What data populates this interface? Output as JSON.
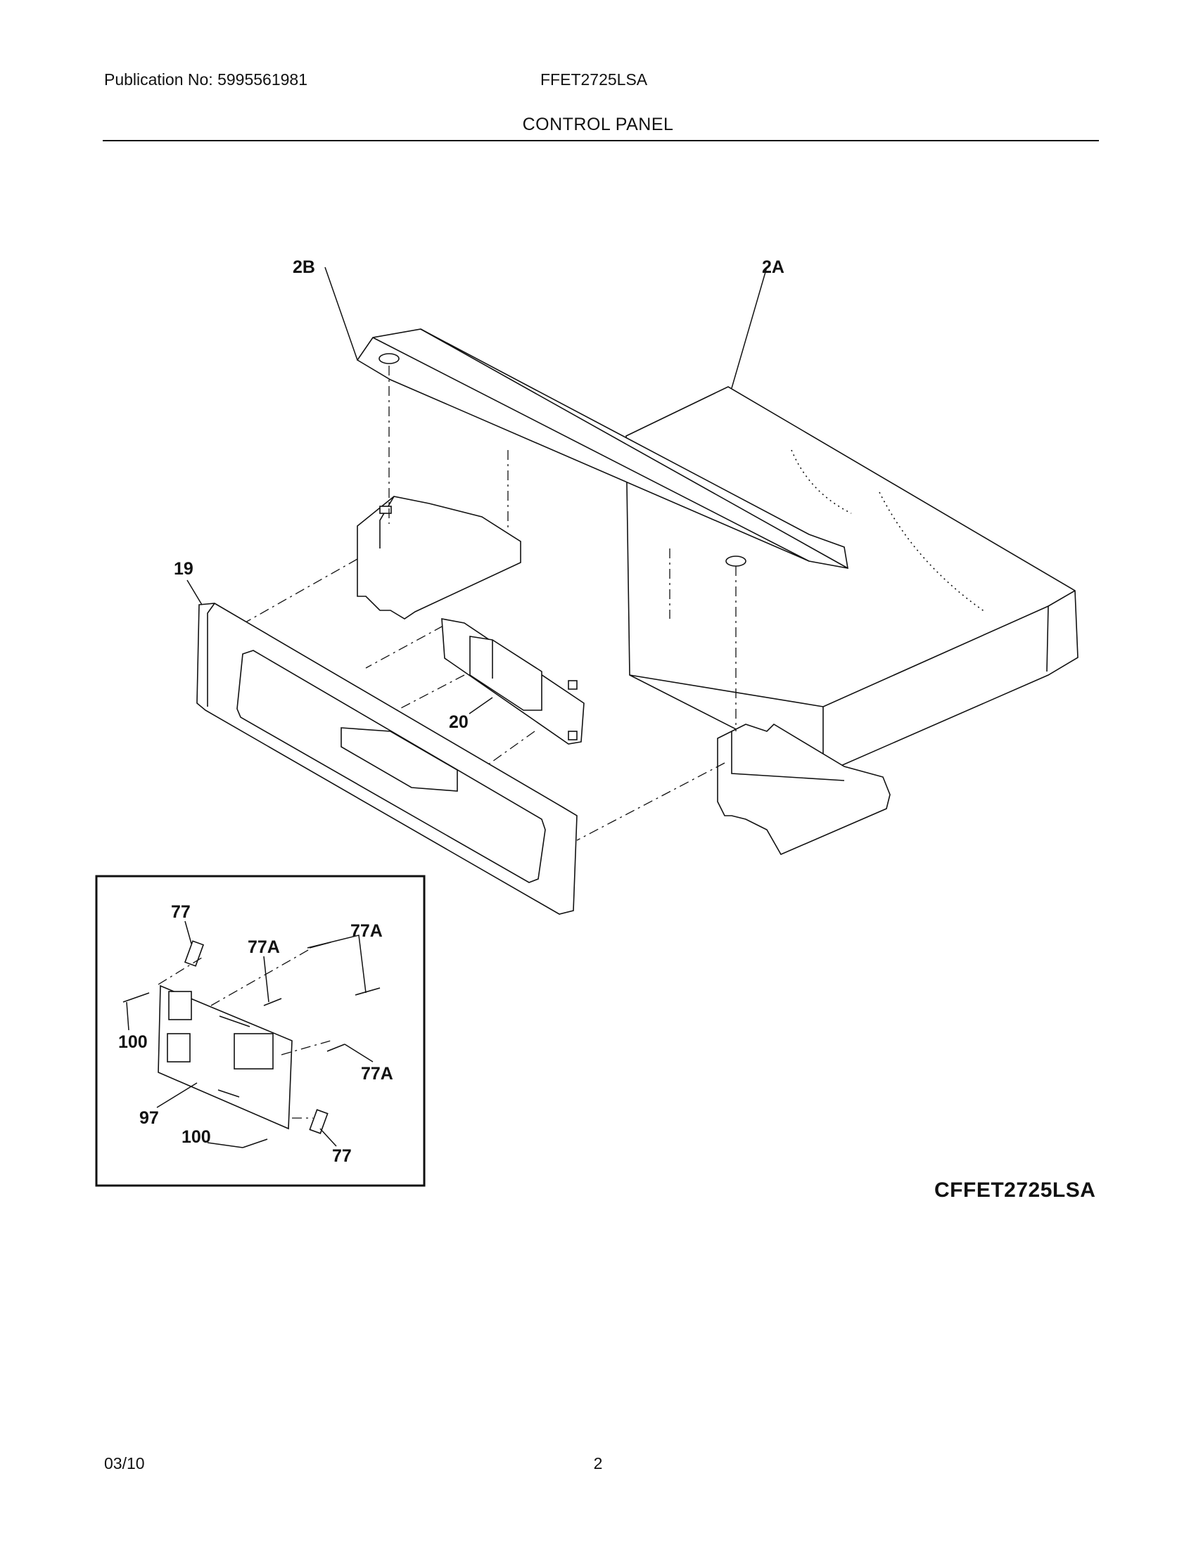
{
  "header": {
    "publication": "Publication No: 5995561981",
    "model": "FFET2725LSA",
    "section": "CONTROL PANEL"
  },
  "diagram": {
    "callouts": {
      "c2B": "2B",
      "c2A": "2A",
      "c19": "19",
      "c20": "20",
      "c77_top": "77",
      "c77A_left": "77A",
      "c77A_right": "77A",
      "c100_left": "100",
      "c77A_lower": "77A",
      "c97": "97",
      "c100_bottom": "100",
      "c77_bottom": "77"
    },
    "drawing_id": "CFFET2725LSA"
  },
  "footer": {
    "date": "03/10",
    "page": "2"
  }
}
